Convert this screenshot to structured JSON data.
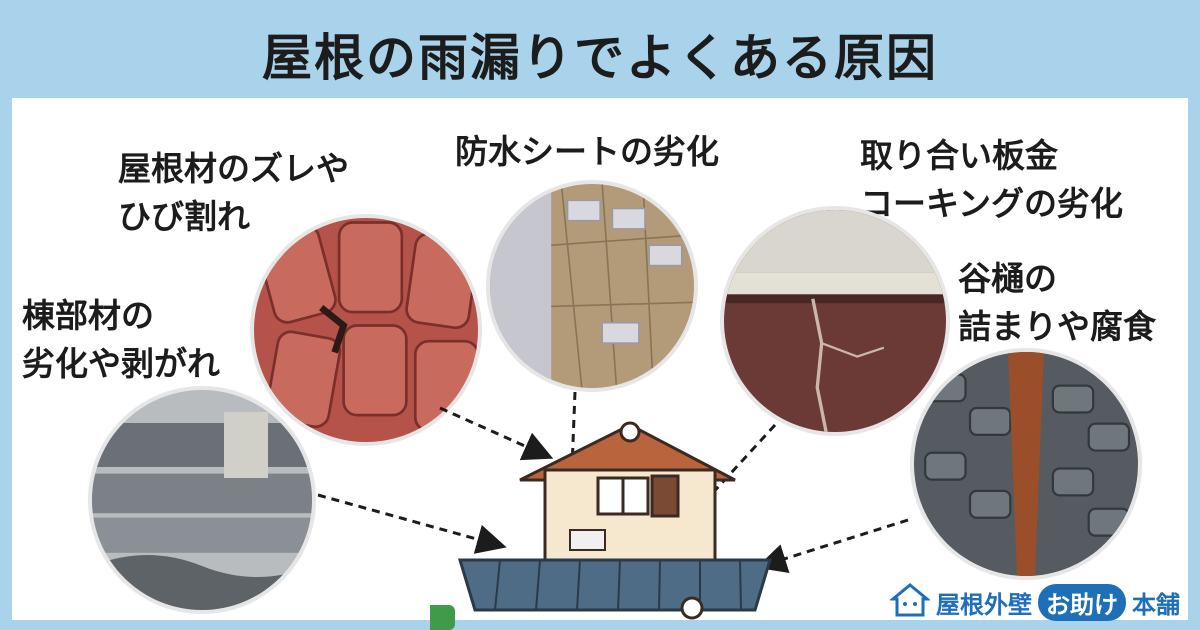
{
  "title": "屋根の雨漏りでよくある原因",
  "labels": {
    "tile_shift": "屋根材のズレや\nひび割れ",
    "waterproof_sheet": "防水シートの劣化",
    "flashing": "取り合い板金\nコーキングの劣化",
    "valley": "谷樋の\n詰まりや腐食",
    "ridge": "棟部材の\n劣化や剥がれ"
  },
  "brand": {
    "prefix": "屋根外壁",
    "highlight": "お助け",
    "suffix": "本舗"
  },
  "colors": {
    "background": "#a9d3ea",
    "brand": "#1e6fb8"
  }
}
